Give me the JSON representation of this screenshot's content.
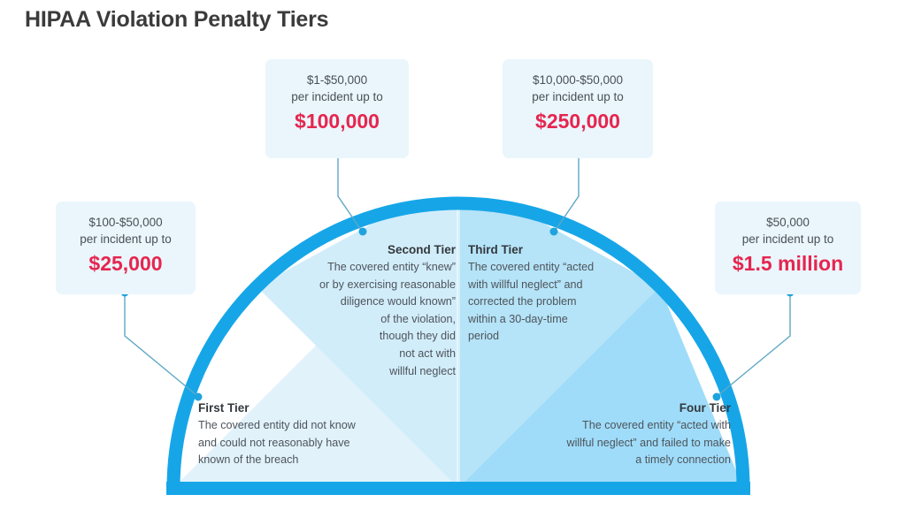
{
  "title": "HIPAA Violation Penalty Tiers",
  "colors": {
    "arc_stroke": "#16A6E8",
    "callout_bg": "#EAF6FC",
    "amount_red": "#E6254F",
    "title_gray": "#3b3b3b",
    "body_gray": "#4d545b",
    "seg_first": "#E1F2FB",
    "seg_second": "#D2EDFA",
    "seg_third": "#B5E3F7",
    "seg_four": "#9FDCF9",
    "connector": "#5FA8C4"
  },
  "callouts": [
    {
      "id": "tier1",
      "range": "$100-$50,000",
      "per_incident": "per incident up to",
      "amount": "$25,000"
    },
    {
      "id": "tier2",
      "range": "$1-$50,000",
      "per_incident": "per incident up to",
      "amount": "$100,000"
    },
    {
      "id": "tier3",
      "range": "$10,000-$50,000",
      "per_incident": "per incident up to",
      "amount": "$250,000"
    },
    {
      "id": "tier4",
      "range": "$50,000",
      "per_incident": "per incident up to",
      "amount": "$1.5 million"
    }
  ],
  "tiers": [
    {
      "id": "first",
      "title": "First Tier",
      "lines": [
        "The covered entity did not know",
        "and could not reasonably have",
        "known of the breach"
      ]
    },
    {
      "id": "second",
      "title": "Second Tier",
      "lines": [
        "The covered entity “knew”",
        "or by exercising reasonable",
        "diligence would known”",
        "of the violation,",
        "though they did",
        "not act with",
        "willful neglect"
      ]
    },
    {
      "id": "third",
      "title": "Third Tier",
      "lines": [
        "The covered entity “acted",
        "with willful neglect” and",
        "corrected the problem",
        "within a 30-day-time",
        "period"
      ]
    },
    {
      "id": "four",
      "title": "Four Tier",
      "lines": [
        "The covered entity “acted with",
        "willful neglect” and failed to make",
        "a timely connection"
      ]
    }
  ]
}
